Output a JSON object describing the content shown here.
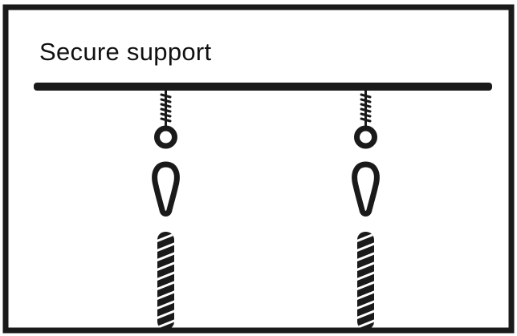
{
  "title": "Secure support",
  "colors": {
    "ink": "#1a1a1a",
    "background": "#ffffff"
  },
  "diagram": {
    "hangers": [
      {
        "parts": [
          "screw-eye",
          "snap-hook",
          "rope"
        ]
      },
      {
        "parts": [
          "screw-eye",
          "snap-hook",
          "rope"
        ]
      }
    ]
  }
}
